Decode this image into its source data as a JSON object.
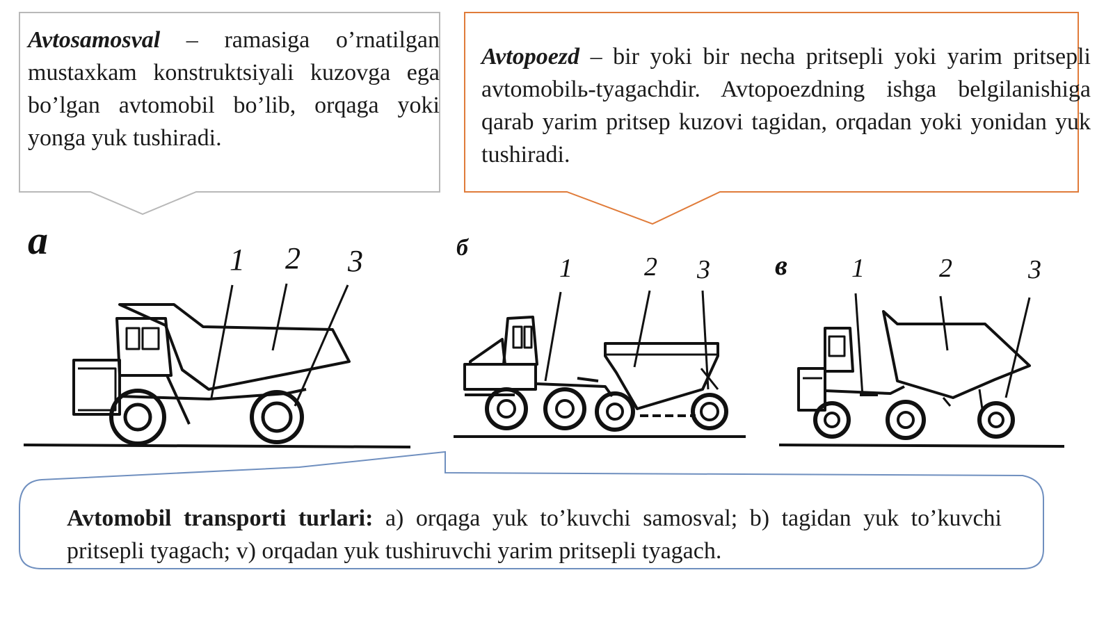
{
  "callouts": {
    "samosval": {
      "term": "Avtosamosval",
      "text": " – ramasiga o’rnatilgan mustaxkam konstruktsiyali kuzovga ega bo’lgan avtomobil bo’lib, orqaga yoki yonga yuk tushiradi."
    },
    "avtopoezd": {
      "term": "Avtopoezd",
      "text": " – bir yoki bir necha pritsepli yoki yarim pritsepli avtomobilь-tyagachdir. Avtopoezdning ishga belgilanishiga qarab yarim pritsep kuzovi tagidan, orqadan yoki yonidan yuk tushiradi."
    },
    "caption": {
      "term": "Avtomobil transporti turlari:",
      "text": " a) orqaga yuk to’kuvchi samosval; b) tagidan yuk to’kuvchi pritsepli tyagach; v) orqadan yuk tushiruvchi yarim pritsepli tyagach."
    }
  },
  "figures": {
    "a": {
      "label": "a",
      "numbers": [
        "1",
        "2",
        "3"
      ]
    },
    "b": {
      "label": "б",
      "numbers": [
        "1",
        "2",
        "3"
      ]
    },
    "v": {
      "label": "в",
      "numbers": [
        "1",
        "2",
        "3"
      ]
    }
  },
  "colors": {
    "callout_gray_border": "#b8b8b8",
    "callout_orange_border": "#e07b39",
    "callout_blue_border": "#6f8fbf",
    "ink": "#111111"
  }
}
